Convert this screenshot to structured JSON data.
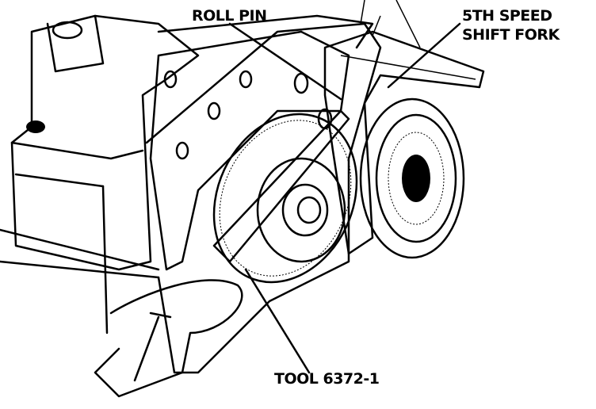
{
  "figure": {
    "labels": {
      "roll_pin": "ROLL PIN",
      "shift_fork_line1": "5TH SPEED",
      "shift_fork_line2": "SHIFT FORK",
      "tool": "TOOL 6372-1"
    }
  }
}
